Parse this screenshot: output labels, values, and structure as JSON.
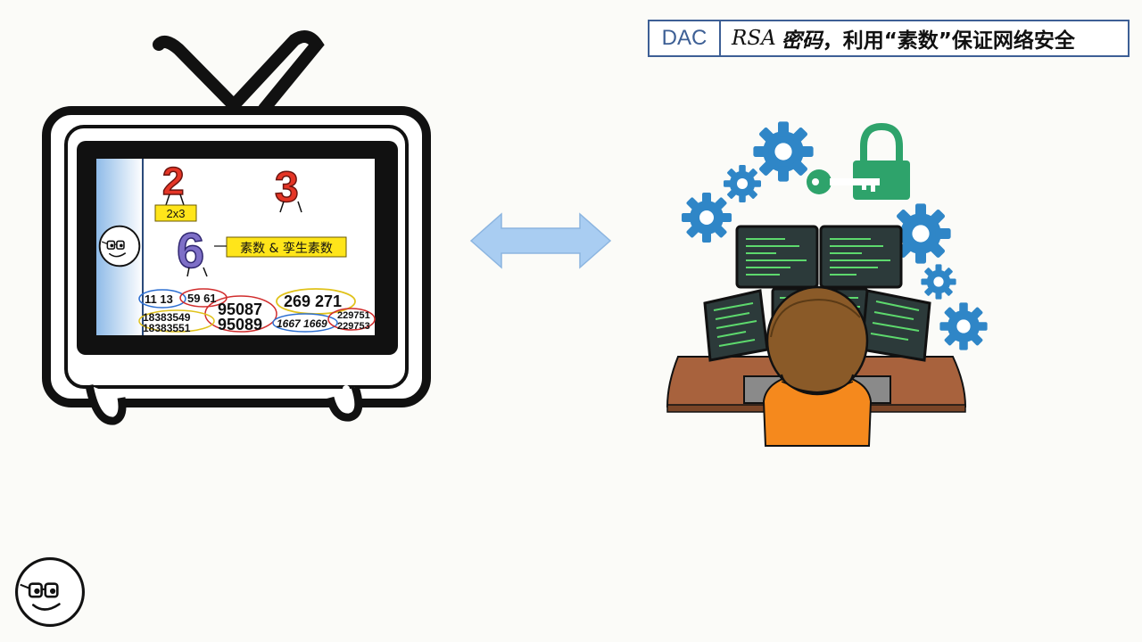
{
  "header": {
    "brand": "DAC",
    "title_prefix": "RSA",
    "title_word": "密码",
    "title_rest": "，利用“素数”保证网络安全"
  },
  "tv_screen": {
    "digit_a": "2",
    "digit_b": "3",
    "digit_c": "6",
    "formula": "2x3",
    "caption": "素数 & 孪生素数",
    "twin_pairs": [
      "11 13",
      "59 61",
      "269 271",
      "18383549",
      "18383551",
      "95087",
      "95089",
      "1667 1669",
      "229751",
      "229753"
    ]
  },
  "colors": {
    "accent_blue": "#3d5f95",
    "arrow_blue": "#a9cdf2",
    "gear_blue": "#2f86c7",
    "lock_green": "#2ea36b",
    "terminal_green": "#5dd96d",
    "shirt_orange": "#f5891d",
    "label_yellow": "#ffe51a"
  },
  "icons": [
    "tv-icon",
    "double-arrow-icon",
    "gear-icon",
    "lock-icon",
    "key-icon",
    "monitor-icon",
    "programmer-icon",
    "mascot-face-icon"
  ]
}
